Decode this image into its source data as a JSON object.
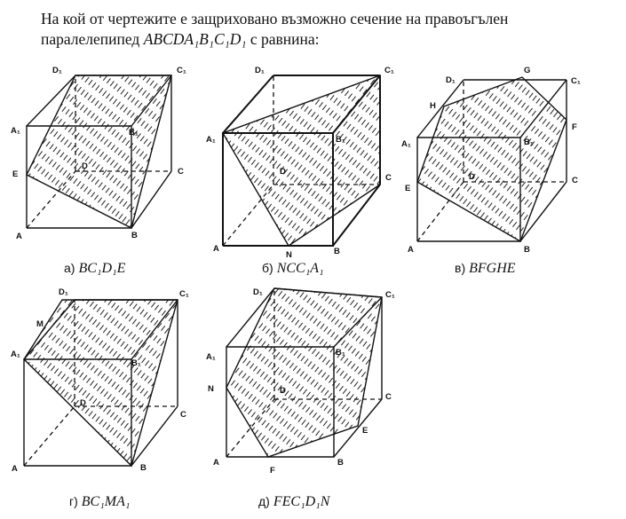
{
  "question": {
    "line1": "На кой от чертежите е защриховано възможно сечение на правоъгълен",
    "line2_prefix": "паралелепипед ",
    "line2_math": "ABCDA₁B₁C₁D₁",
    "line2_suffix": " с равнина:"
  },
  "figures": [
    {
      "id": "a",
      "caption_prefix": "а)",
      "caption_math": "BC₁D₁E",
      "labels": {
        "A1": "A₁",
        "B1": "B₁",
        "C1": "C₁",
        "D1": "D₁",
        "A": "A",
        "B": "B",
        "C": "C",
        "D": "D",
        "E": "E"
      }
    },
    {
      "id": "b",
      "caption_prefix": "б)",
      "caption_math": "NCC₁A₁",
      "labels": {
        "A1": "A₁",
        "B1": "B₁",
        "C1": "C₁",
        "D1": "D₁",
        "A": "A",
        "B": "B",
        "C": "C",
        "D": "D",
        "N": "N"
      }
    },
    {
      "id": "c",
      "caption_prefix": "в)",
      "caption_math": "BFGHE",
      "labels": {
        "A1": "A₁",
        "B1": "B₁",
        "C1": "C₁",
        "D1": "D₁",
        "A": "A",
        "B": "B",
        "C": "C",
        "D": "D",
        "E": "E",
        "F": "F",
        "G": "G",
        "H": "H"
      }
    },
    {
      "id": "d",
      "caption_prefix": "г)",
      "caption_math": "BC₁MA₁",
      "labels": {
        "A1": "A₁",
        "B1": "B₁",
        "C1": "C₁",
        "D1": "D₁",
        "A": "A",
        "B": "B",
        "C": "C",
        "D": "D",
        "M": "M"
      }
    },
    {
      "id": "e",
      "caption_prefix": "д)",
      "caption_math": "FEC₁D₁N",
      "labels": {
        "A1": "A₁",
        "B1": "B₁",
        "C1": "C₁",
        "D1": "D₁",
        "A": "A",
        "B": "B",
        "C": "C",
        "D": "D",
        "E": "E",
        "F": "F",
        "N": "N"
      }
    }
  ]
}
